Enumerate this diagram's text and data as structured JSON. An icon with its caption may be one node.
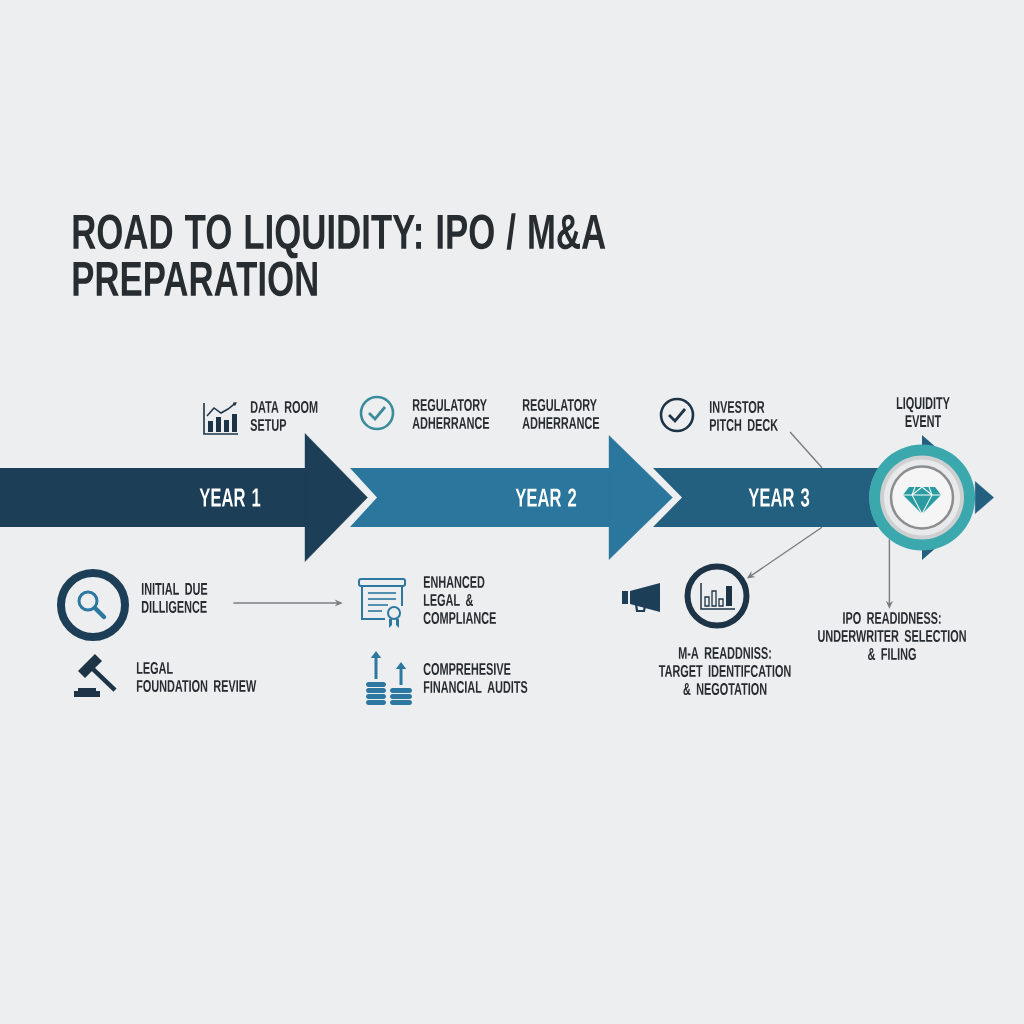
{
  "diagram": {
    "title": "ROAD TO LIQUIDITY: IPO / M&A PREPARATION",
    "nodes": [
      {
        "text": [
          "INVESTOR PITCH DECK"
        ]
      },
      {
        "text": [
          "YEAR 1"
        ]
      },
      {
        "text": [
          "YEAR 2"
        ]
      },
      {
        "text": [
          "YEAR 3"
        ]
      },
      {
        "text": [
          "LIQUIDITY EVENT"
        ]
      },
      {
        "text": [
          "INITIAL DUE DILLIGENCE"
        ]
      },
      {
        "text": [],
        "shape": "picture",
        "beside": [
          "ENHANCED LEGAL & COMPLIANCE"
        ]
      },
      {
        "text": [],
        "shape": "circle",
        "beside": [
          "M-A READDNISS: TARGET IDENTIFCATION & NEGOTATION"
        ]
      },
      {
        "text": [
          "IPO READIDNESS: UNDERWRITER SELECTION & FILING"
        ]
      }
    ],
    "edges": [
      {
        "from": 1,
        "to": 2,
        "arrow": "to",
        "color": "#1d3e57"
      },
      {
        "from": 2,
        "to": 3,
        "arrow": "to",
        "color": "#2b769d"
      },
      {
        "from": 4,
        "to": null,
        "arrow": "to",
        "color": "#235f7f"
      },
      {
        "from": 5,
        "to": 6,
        "arrow": "to"
      },
      {
        "from": 0,
        "to": 3,
        "arrow": "none"
      },
      {
        "from": 3,
        "to": 7,
        "arrow": "to"
      },
      {
        "from": 4,
        "to": 8,
        "arrow": "to"
      }
    ],
    "labels": [
      "DATA ROOM SETUP",
      "REGULATORY ADHERRANCE",
      "REGULATORY ADHERRANCE",
      "LEGAL FOUNDATION REVIEW",
      "COMPREHESIVE FINANCIAL AUDITS"
    ]
  }
}
